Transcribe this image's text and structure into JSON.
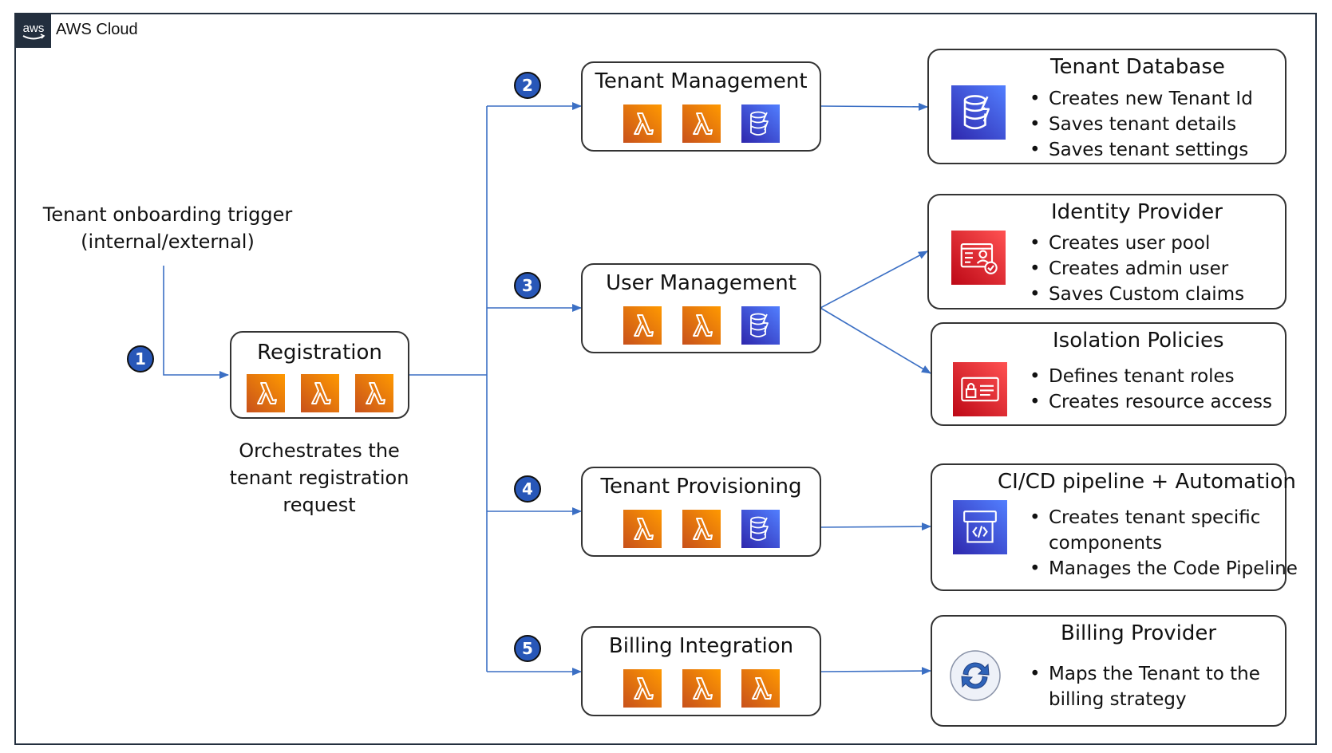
{
  "header": {
    "logo_text": "aws",
    "title": "AWS Cloud"
  },
  "trigger": {
    "line1": "Tenant onboarding trigger",
    "line2": "(internal/external)"
  },
  "registration": {
    "title": "Registration",
    "note": [
      "Orchestrates the",
      "tenant registration",
      "request"
    ]
  },
  "steps": [
    "1",
    "2",
    "3",
    "4",
    "5"
  ],
  "services": [
    {
      "title": "Tenant Management",
      "icons": [
        "lambda-icon",
        "lambda-icon",
        "dynamodb-icon"
      ]
    },
    {
      "title": "User Management",
      "icons": [
        "lambda-icon",
        "lambda-icon",
        "dynamodb-icon"
      ]
    },
    {
      "title": "Tenant Provisioning",
      "icons": [
        "lambda-icon",
        "lambda-icon",
        "dynamodb-icon"
      ]
    },
    {
      "title": "Billing Integration",
      "icons": [
        "lambda-icon",
        "lambda-icon",
        "lambda-icon"
      ]
    }
  ],
  "details": [
    {
      "title": "Tenant Database",
      "icon": "dynamodb-icon",
      "bullets": [
        "Creates new Tenant Id",
        "Saves tenant details",
        "Saves tenant settings"
      ]
    },
    {
      "title": "Identity Provider",
      "icon": "cognito-icon",
      "bullets": [
        "Creates user pool",
        "Creates admin user",
        "Saves Custom claims"
      ]
    },
    {
      "title": "Isolation Policies",
      "icon": "iam-icon",
      "bullets": [
        "Defines tenant roles",
        "Creates resource access"
      ]
    },
    {
      "title": "CI/CD pipeline + Automation",
      "icon": "codepipeline-icon",
      "bullets": [
        "Creates tenant specific",
        "components",
        "Manages the Code Pipeline"
      ]
    },
    {
      "title": "Billing Provider",
      "icon": "billing-sync-icon",
      "bullets": [
        "Maps the Tenant to the",
        "billing strategy"
      ]
    }
  ],
  "colors": {
    "lambda": "#ef7b22",
    "dynamodb": "#3b48cc",
    "security": "#d6232f",
    "connector": "#3b6fc4",
    "step": "#2857b8"
  }
}
